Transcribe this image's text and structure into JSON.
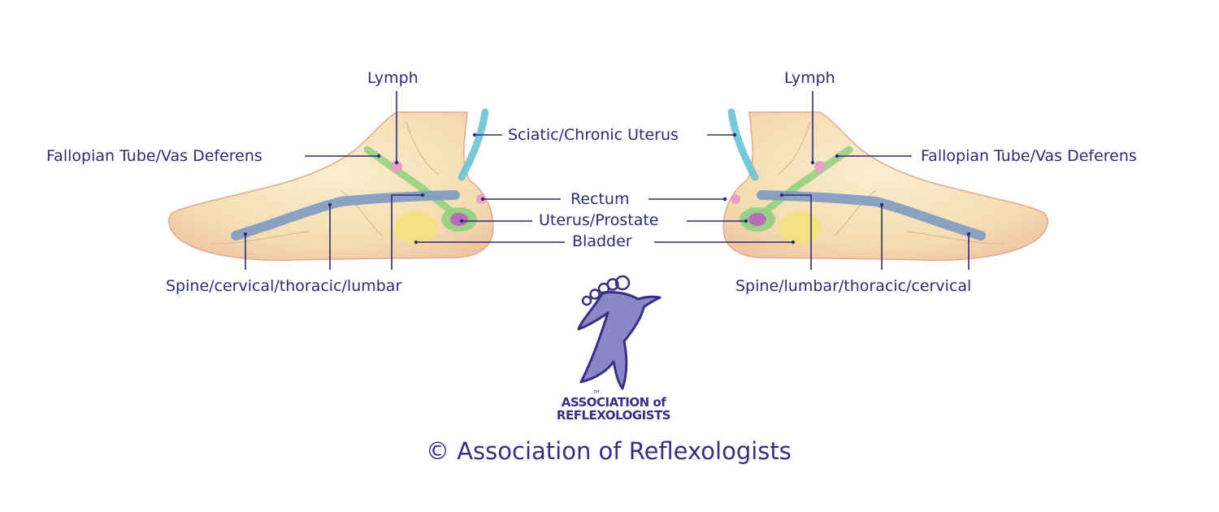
{
  "labels": {
    "lymph_left": "Lymph",
    "lymph_right": "Lymph",
    "fallopian_left": "Fallopian Tube/Vas Deferens",
    "fallopian_right": "Fallopian Tube/Vas Deferens",
    "sciatic": "Sciatic/Chronic Uterus",
    "rectum": "Rectum",
    "uterus_prostate": "Uterus/Prostate",
    "bladder": "Bladder",
    "spine_left": "Spine/cervical/thoracic/lumbar",
    "spine_right": "Spine/lumbar/thoracic/cervical"
  },
  "logo": {
    "tm": "TM",
    "line1": "ASSOCIATION of",
    "line2": "REFLEXOLOGISTS"
  },
  "copyright": "© Association of Reflexologists",
  "colors": {
    "text": "#2e2c72",
    "leader_line": "#2d2b6f",
    "spine_band": "#7f9ac3",
    "sciatic_band": "#6cc3d4",
    "fallopian_band": "#8fd07f",
    "lymph_spot": "#e8a0c9",
    "uterus_spot": "#b86bb6",
    "bladder_spot": "#f3e27a",
    "logo": "#3a2f86"
  }
}
